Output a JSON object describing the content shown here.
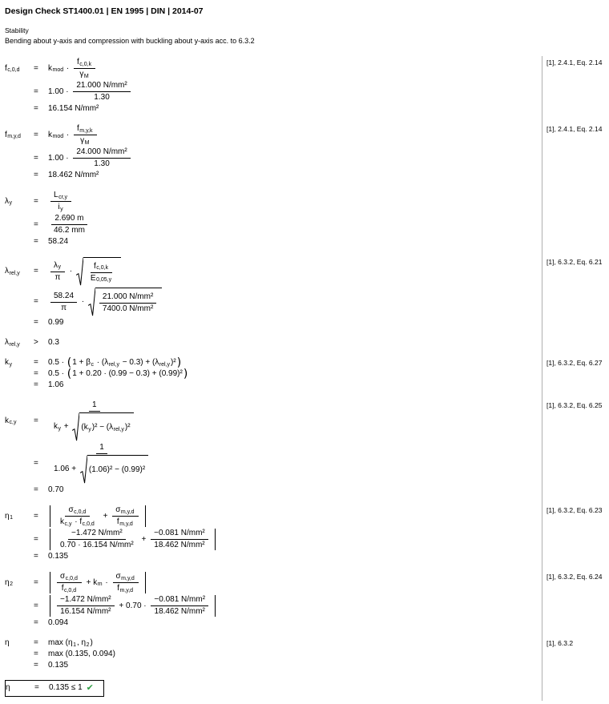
{
  "header": {
    "title": "Design Check ST1400.01 | EN 1995 | DIN | 2014-07",
    "section": "Stability",
    "subtitle": "Bending about y-axis and compression with buckling about y-axis acc. to 6.3.2"
  },
  "colors": {
    "check": "#2f9e44",
    "divider": "#b0b0b0"
  },
  "equations": [
    {
      "name": "f-c0d",
      "ref": "[1], 2.4.1, Eq. 2.14",
      "rows": [
        {
          "lhs": [
            {
              "sub": [
                "f",
                "c,0,d"
              ]
            }
          ],
          "rel": "=",
          "rhs": [
            {
              "sub": [
                "k",
                "mod"
              ]
            },
            " · ",
            {
              "frac": [
                [
                  {
                    "sub": [
                      "f",
                      "c,0,k"
                    ]
                  }
                ],
                [
                  {
                    "sub": [
                      "γ",
                      "M"
                    ]
                  }
                ]
              ]
            }
          ]
        },
        {
          "rel": "=",
          "rhs": [
            "1.00 · ",
            {
              "frac": [
                "21.000 N/mm²",
                "1.30"
              ]
            }
          ]
        },
        {
          "rel": "=",
          "rhs": [
            "16.154 N/mm²"
          ]
        }
      ]
    },
    {
      "name": "f-myd",
      "ref": "[1], 2.4.1, Eq. 2.14",
      "rows": [
        {
          "lhs": [
            {
              "sub": [
                "f",
                "m,y,d"
              ]
            }
          ],
          "rel": "=",
          "rhs": [
            {
              "sub": [
                "k",
                "mod"
              ]
            },
            " · ",
            {
              "frac": [
                [
                  {
                    "sub": [
                      "f",
                      "m,y,k"
                    ]
                  }
                ],
                [
                  {
                    "sub": [
                      "γ",
                      "M"
                    ]
                  }
                ]
              ]
            }
          ]
        },
        {
          "rel": "=",
          "rhs": [
            "1.00 · ",
            {
              "frac": [
                "24.000 N/mm²",
                "1.30"
              ]
            }
          ]
        },
        {
          "rel": "=",
          "rhs": [
            "18.462 N/mm²"
          ]
        }
      ]
    },
    {
      "name": "lambda-y",
      "ref": "",
      "rows": [
        {
          "lhs": [
            {
              "sub": [
                "λ",
                "y"
              ]
            }
          ],
          "rel": "=",
          "rhs": [
            {
              "frac": [
                [
                  {
                    "sub": [
                      "L",
                      "cr,y"
                    ]
                  }
                ],
                [
                  {
                    "sub": [
                      "i",
                      "y"
                    ]
                  }
                ]
              ]
            }
          ]
        },
        {
          "rel": "=",
          "rhs": [
            {
              "frac": [
                "2.690 m",
                "46.2 mm"
              ]
            }
          ]
        },
        {
          "rel": "=",
          "rhs": [
            "58.24"
          ]
        }
      ]
    },
    {
      "name": "lambda-rel-y",
      "ref": "[1], 6.3.2, Eq. 6.21",
      "rows": [
        {
          "lhs": [
            {
              "sub": [
                "λ",
                "rel,y"
              ]
            }
          ],
          "rel": "=",
          "rhs": [
            {
              "frac": [
                [
                  {
                    "sub": [
                      "λ",
                      "y"
                    ]
                  }
                ],
                [
                  "π"
                ]
              ]
            },
            " · ",
            {
              "sqrt": {
                "frac": [
                  [
                    {
                      "sub": [
                        "f",
                        "c,0,k"
                      ]
                    }
                  ],
                  [
                    {
                      "sub": [
                        "E",
                        "0,05,y"
                      ]
                    }
                  ]
                ]
              }
            }
          ]
        },
        {
          "rel": "=",
          "rhs": [
            {
              "frac": [
                "58.24",
                "π"
              ]
            },
            " · ",
            {
              "sqrt": {
                "frac": [
                  "21.000 N/mm²",
                  "7400.0 N/mm²"
                ]
              }
            }
          ]
        },
        {
          "rel": "=",
          "rhs": [
            "0.99"
          ]
        }
      ]
    },
    {
      "name": "lambda-rel-y-limit",
      "ref": "",
      "rows": [
        {
          "lhs": [
            {
              "sub": [
                "λ",
                "rel,y"
              ]
            }
          ],
          "rel": ">",
          "rhs": [
            "0.3"
          ]
        }
      ]
    },
    {
      "name": "k-y",
      "ref": "[1], 6.3.2, Eq. 6.27",
      "rows": [
        {
          "lhs": [
            {
              "sub": [
                "k",
                "y"
              ]
            }
          ],
          "rel": "=",
          "rhs": [
            "0.5 · ",
            {
              "par": [
                "1 + ",
                {
                  "sub": [
                    "β",
                    "c"
                  ]
                },
                " · (",
                {
                  "sub": [
                    "λ",
                    "rel,y"
                  ]
                },
                " − 0.3) + (",
                {
                  "sub": [
                    "λ",
                    "rel,y"
                  ]
                },
                ")²"
              ]
            }
          ]
        },
        {
          "rel": "=",
          "rhs": [
            "0.5 · ",
            {
              "par": [
                "1 + 0.20 · (0.99 − 0.3) + (0.99)²"
              ]
            }
          ]
        },
        {
          "rel": "=",
          "rhs": [
            "1.06"
          ]
        }
      ]
    },
    {
      "name": "k-cy",
      "ref": "[1], 6.3.2, Eq. 6.25",
      "rows": [
        {
          "lhs": [
            {
              "sub": [
                "k",
                "c,y"
              ]
            }
          ],
          "rel": "=",
          "rhs": [
            {
              "frac": [
                "1",
                [
                  {
                    "sub": [
                      "k",
                      "y"
                    ]
                  },
                  " + ",
                  {
                    "sqrt": [
                      "(",
                      {
                        "sub": [
                          "k",
                          "y"
                        ]
                      },
                      ")² − (",
                      {
                        "sub": [
                          "λ",
                          "rel,y"
                        ]
                      },
                      ")²"
                    ]
                  }
                ]
              ]
            }
          ]
        },
        {
          "rel": "=",
          "rhs": [
            {
              "frac": [
                "1",
                [
                  "1.06 + ",
                  {
                    "sqrt": [
                      "(1.06)² − (0.99)²"
                    ]
                  }
                ]
              ]
            }
          ]
        },
        {
          "rel": "=",
          "rhs": [
            "0.70"
          ]
        }
      ]
    },
    {
      "name": "eta-1",
      "ref": "[1], 6.3.2, Eq. 6.23",
      "rows": [
        {
          "lhs": [
            {
              "sub": [
                "η",
                "1"
              ]
            }
          ],
          "rel": "=",
          "rhs": [
            {
              "abs": [
                {
                  "frac": [
                    [
                      {
                        "sub": [
                          "σ",
                          "c,0,d"
                        ]
                      }
                    ],
                    [
                      {
                        "sub": [
                          "k",
                          "c,y"
                        ]
                      },
                      " · ",
                      {
                        "sub": [
                          "f",
                          "c,0,d"
                        ]
                      }
                    ]
                  ]
                },
                " + ",
                {
                  "frac": [
                    [
                      {
                        "sub": [
                          "σ",
                          "m,y,d"
                        ]
                      }
                    ],
                    [
                      {
                        "sub": [
                          "f",
                          "m,y,d"
                        ]
                      }
                    ]
                  ]
                }
              ]
            }
          ]
        },
        {
          "rel": "=",
          "rhs": [
            {
              "abs": [
                {
                  "frac": [
                    "−1.472 N/mm²",
                    "0.70 · 16.154 N/mm²"
                  ]
                },
                " + ",
                {
                  "frac": [
                    "−0.081 N/mm²",
                    "18.462 N/mm²"
                  ]
                }
              ]
            }
          ]
        },
        {
          "rel": "=",
          "rhs": [
            "0.135"
          ]
        }
      ]
    },
    {
      "name": "eta-2",
      "ref": "[1], 6.3.2, Eq. 6.24",
      "rows": [
        {
          "lhs": [
            {
              "sub": [
                "η",
                "2"
              ]
            }
          ],
          "rel": "=",
          "rhs": [
            {
              "abs": [
                {
                  "frac": [
                    [
                      {
                        "sub": [
                          "σ",
                          "c,0,d"
                        ]
                      }
                    ],
                    [
                      {
                        "sub": [
                          "f",
                          "c,0,d"
                        ]
                      }
                    ]
                  ]
                },
                " + ",
                {
                  "sub": [
                    "k",
                    "m"
                  ]
                },
                " · ",
                {
                  "frac": [
                    [
                      {
                        "sub": [
                          "σ",
                          "m,y,d"
                        ]
                      }
                    ],
                    [
                      {
                        "sub": [
                          "f",
                          "m,y,d"
                        ]
                      }
                    ]
                  ]
                }
              ]
            }
          ]
        },
        {
          "rel": "=",
          "rhs": [
            {
              "abs": [
                {
                  "frac": [
                    "−1.472 N/mm²",
                    "16.154 N/mm²"
                  ]
                },
                " + 0.70 · ",
                {
                  "frac": [
                    "−0.081 N/mm²",
                    "18.462 N/mm²"
                  ]
                }
              ]
            }
          ]
        },
        {
          "rel": "=",
          "rhs": [
            "0.094"
          ]
        }
      ]
    },
    {
      "name": "eta-max",
      "ref": "[1], 6.3.2",
      "rows": [
        {
          "lhs": [
            "η"
          ],
          "rel": "=",
          "rhs": [
            "max (",
            {
              "sub": [
                "η",
                "1"
              ]
            },
            ", ",
            {
              "sub": [
                "η",
                "2"
              ]
            },
            ")"
          ]
        },
        {
          "rel": "=",
          "rhs": [
            "max (0.135, 0.094)"
          ]
        },
        {
          "rel": "=",
          "rhs": [
            "0.135"
          ]
        }
      ]
    },
    {
      "name": "final-check",
      "ref": "",
      "final": true,
      "rows": [
        {
          "lhs": [
            "η"
          ],
          "rel": "=",
          "rhs": [
            "0.135 ≤ 1",
            {
              "chk": "✔"
            }
          ]
        }
      ]
    }
  ]
}
